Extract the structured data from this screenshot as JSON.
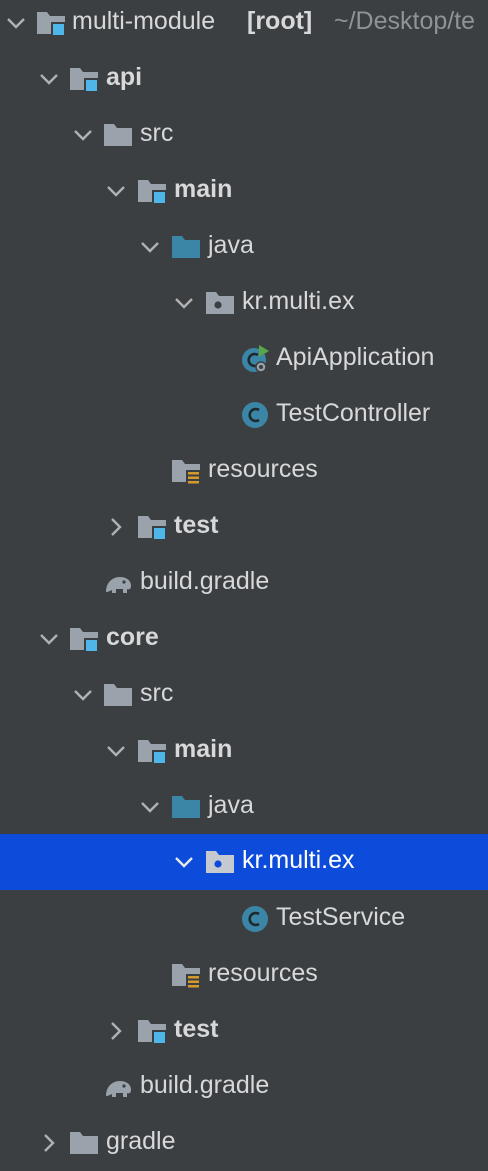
{
  "colors": {
    "background": "#3c3f41",
    "selection": "#0d4cdb",
    "text": "#d6d8da",
    "path_text": "#8f9296",
    "folder_grey": "#9aa3ab",
    "module_badge": "#4eb6e8",
    "source_folder": "#3b86a6",
    "class_circle": "#3b86a6",
    "resources_badge": "#d39a2c",
    "run_marker": "#57a64a"
  },
  "tree": {
    "rows": [
      {
        "label": "multi-module",
        "suffix": "[root]",
        "path": "~/Desktop/te",
        "expanded": true,
        "icon": "module-folder-icon"
      },
      {
        "label": "api",
        "expanded": true,
        "icon": "module-folder-icon"
      },
      {
        "label": "src",
        "expanded": true,
        "icon": "folder-icon"
      },
      {
        "label": "main",
        "expanded": true,
        "icon": "module-folder-icon"
      },
      {
        "label": "java",
        "expanded": true,
        "icon": "source-folder-icon"
      },
      {
        "label": "kr.multi.ex",
        "expanded": true,
        "icon": "package-icon"
      },
      {
        "label": "ApiApplication",
        "icon": "spring-boot-class-icon"
      },
      {
        "label": "TestController",
        "icon": "class-icon"
      },
      {
        "label": "resources",
        "icon": "resources-folder-icon"
      },
      {
        "label": "test",
        "expanded": false,
        "icon": "module-folder-icon"
      },
      {
        "label": "build.gradle",
        "icon": "gradle-elephant-icon"
      },
      {
        "label": "core",
        "expanded": true,
        "icon": "module-folder-icon"
      },
      {
        "label": "src",
        "expanded": true,
        "icon": "folder-icon"
      },
      {
        "label": "main",
        "expanded": true,
        "icon": "module-folder-icon"
      },
      {
        "label": "java",
        "expanded": true,
        "icon": "source-folder-icon"
      },
      {
        "label": "kr.multi.ex",
        "expanded": true,
        "selected": true,
        "icon": "package-icon"
      },
      {
        "label": "TestService",
        "icon": "class-icon"
      },
      {
        "label": "resources",
        "icon": "resources-folder-icon"
      },
      {
        "label": "test",
        "expanded": false,
        "icon": "module-folder-icon"
      },
      {
        "label": "build.gradle",
        "icon": "gradle-elephant-icon"
      },
      {
        "label": "gradle",
        "expanded": false,
        "icon": "folder-icon"
      }
    ]
  }
}
